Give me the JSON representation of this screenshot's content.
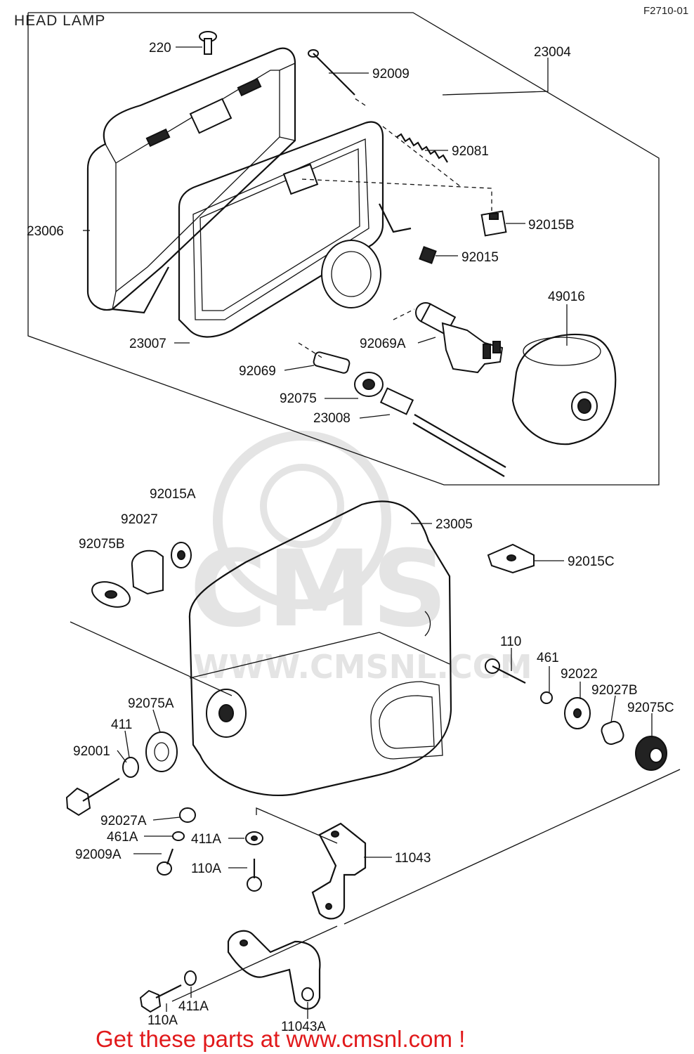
{
  "header": {
    "title": "HEAD LAMP",
    "code": "F2710-01"
  },
  "watermark": {
    "brand": "CMS",
    "url": "WWW.CMSNL.COM"
  },
  "banner": {
    "text": "Get these parts at www.cmsnl.com !",
    "color": "#e1191b"
  },
  "labels": {
    "p220": "220",
    "p92009": "92009",
    "p23004": "23004",
    "p92081": "92081",
    "p92015B": "92015B",
    "p23006": "23006",
    "p92015": "92015",
    "p49016": "49016",
    "p23007": "23007",
    "p92069A": "92069A",
    "p92069": "92069",
    "p92075": "92075",
    "p23008": "23008",
    "p92015A": "92015A",
    "p92027": "92027",
    "p92075B": "92075B",
    "p23005": "23005",
    "p92015C": "92015C",
    "p110": "110",
    "p461": "461",
    "p92022": "92022",
    "p92027B": "92027B",
    "p92075C": "92075C",
    "p92075A": "92075A",
    "p411": "411",
    "p92001": "92001",
    "p92027A": "92027A",
    "p461A": "461A",
    "p411A": "411A",
    "p92009A": "92009A",
    "p11043": "11043",
    "p110A": "110A",
    "p110A_b": "110A",
    "p411A_b": "411A",
    "p11043A": "11043A"
  }
}
